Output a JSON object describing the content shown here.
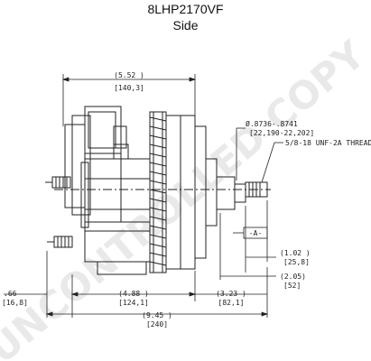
{
  "header": {
    "model": "8LHP2170VF",
    "view": "Side"
  },
  "watermark": {
    "text": "UNCONTROLLED COPY",
    "color": "#e9e9e9"
  },
  "dims": {
    "top_in": "(5.52 )",
    "top_mm": "[140,3]",
    "shaft_dia_in": "Ø.8736-.8741",
    "shaft_dia_mm": "[22,190-22,202]",
    "thread": "5/8-18 UNF-2A THREAD",
    "datum": "-A-",
    "d102_in": "(1.02 )",
    "d102_mm": "[25,8]",
    "d205_in": "(2.05)",
    "d205_mm": "[52]",
    "d066_in": ".66",
    "d066_mm": "[16,8]",
    "d488_in": "(4.88 )",
    "d488_mm": "[124,1]",
    "d323_in": "(3.23 )",
    "d323_mm": "[82,1]",
    "d945_in": "(9.45 )",
    "d945_mm": "[240]"
  },
  "colors": {
    "line": "#222222",
    "background": "#ffffff"
  }
}
